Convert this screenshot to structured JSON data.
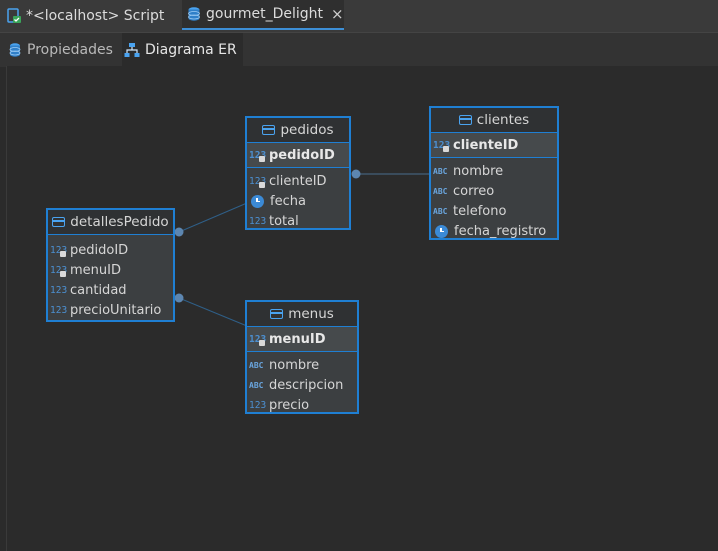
{
  "tabs": {
    "script_label": "*<localhost> Script",
    "gourmet_label": "gourmet_Delight",
    "close_glyph": "×"
  },
  "subtabs": {
    "properties_label": "Propiedades",
    "er_label": "Diagrama ER"
  },
  "entities": {
    "pedidos": {
      "title": "pedidos",
      "pk": {
        "type": "123",
        "name": "pedidoID"
      },
      "cols": [
        {
          "type": "123",
          "name": "clienteID"
        },
        {
          "type": "clock",
          "name": "fecha"
        },
        {
          "type": "123",
          "name": "total"
        }
      ]
    },
    "clientes": {
      "title": "clientes",
      "pk": {
        "type": "123",
        "name": "clienteID"
      },
      "cols": [
        {
          "type": "ABC",
          "name": "nombre"
        },
        {
          "type": "ABC",
          "name": "correo"
        },
        {
          "type": "ABC",
          "name": "telefono"
        },
        {
          "type": "clock",
          "name": "fecha_registro"
        }
      ]
    },
    "detallesPedido": {
      "title": "detallesPedido",
      "cols": [
        {
          "type": "123",
          "name": "pedidoID"
        },
        {
          "type": "123",
          "name": "menuID"
        },
        {
          "type": "123",
          "name": "cantidad"
        },
        {
          "type": "123",
          "name": "precioUnitario"
        }
      ]
    },
    "menus": {
      "title": "menus",
      "pk": {
        "type": "123",
        "name": "menuID"
      },
      "cols": [
        {
          "type": "ABC",
          "name": "nombre"
        },
        {
          "type": "ABC",
          "name": "descripcion"
        },
        {
          "type": "123",
          "name": "precio"
        }
      ]
    }
  },
  "colors": {
    "accent": "#1f7fd3",
    "background": "#2b2b2b",
    "entity_fill": "#3c3f41"
  }
}
